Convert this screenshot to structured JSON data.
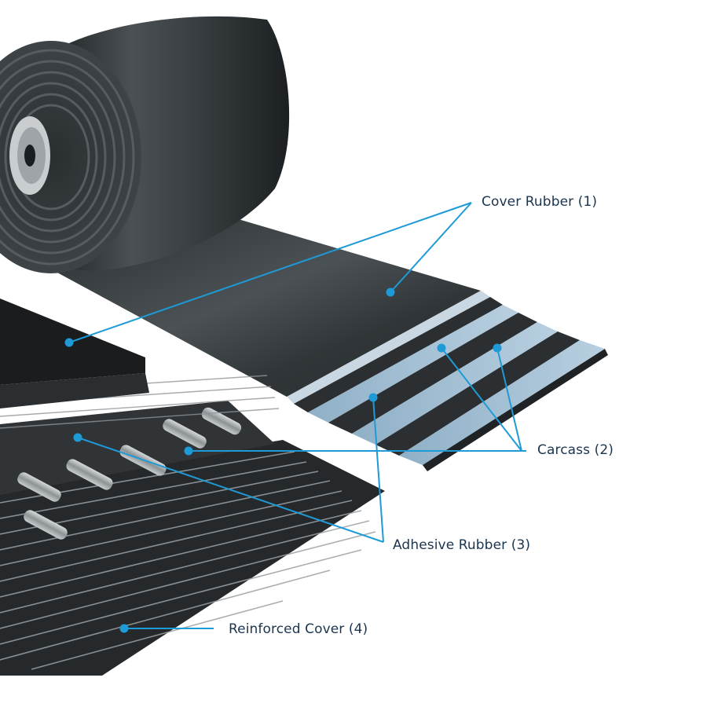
{
  "labels": {
    "cover_rubber": "Cover Rubber (1)",
    "carcass": "Carcass (2)",
    "adhesive_rubber": "Adhesive Rubber (3)",
    "reinforced_cover": "Reinforced Cover (4)"
  },
  "colors": {
    "callout": "#1e9ad6",
    "label_text": "#1b3550",
    "rubber": "#2f3437",
    "carcass_fabric": "#a9c4d8"
  }
}
